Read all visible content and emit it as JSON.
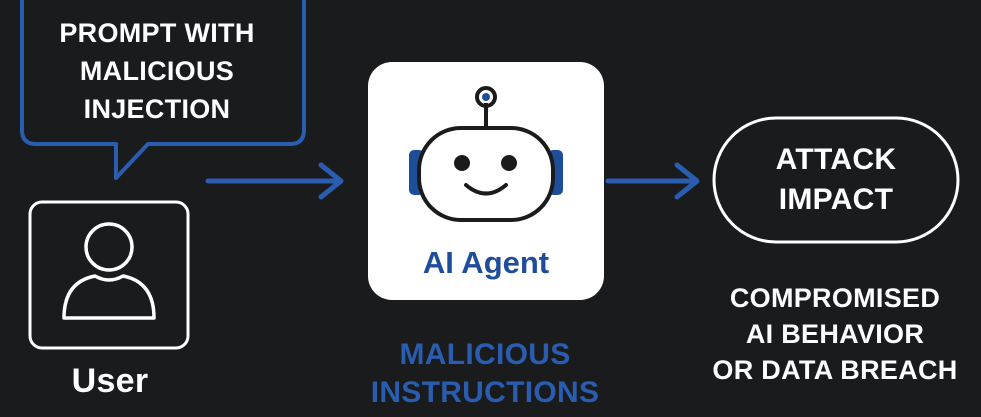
{
  "prompt": {
    "lines": [
      "PROMPT WITH",
      "MALICIOUS",
      "INJECTION"
    ]
  },
  "user": {
    "label": "User"
  },
  "agent": {
    "label": "AI Agent"
  },
  "malicious": {
    "lines": [
      "MALICIOUS",
      "INSTRUCTIONS"
    ]
  },
  "impact": {
    "lines": [
      "ATTACK",
      "IMPACT"
    ]
  },
  "result": {
    "lines": [
      "COMPROMISED",
      "AI BEHAVIOR",
      "OR DATA BREACH"
    ]
  },
  "colors": {
    "background": "#1a1b1d",
    "accent_blue": "#2a5db0",
    "agent_text": "#1e4d9a",
    "white": "#ffffff"
  },
  "icons": {
    "user": "user-icon",
    "robot": "robot-icon",
    "arrow": "arrow-right-icon"
  }
}
